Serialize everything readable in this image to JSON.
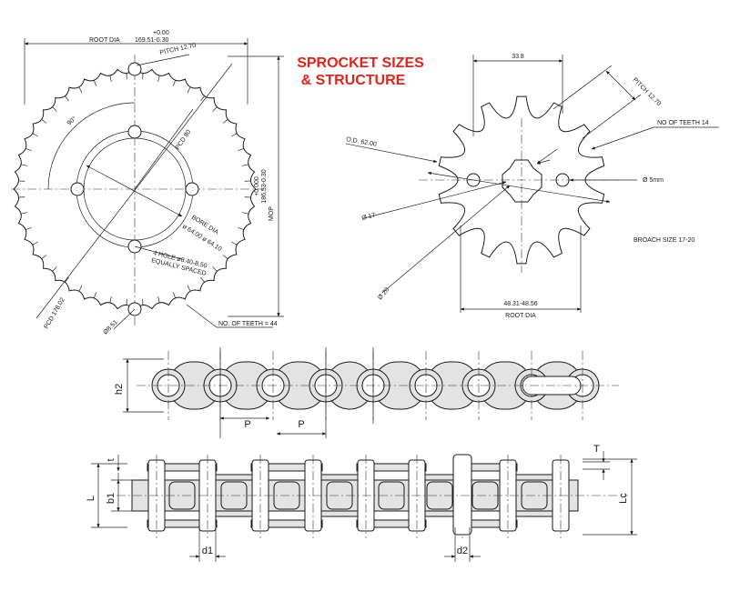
{
  "title": {
    "line1": "SPROCKET SIZES",
    "line2": "& STRUCTURE",
    "color": "#e2231a"
  },
  "large_sprocket": {
    "root_dia": "ROOT DIA",
    "root_dia_tol_top": "+0.00",
    "root_dia_value": "169.51-0.30",
    "pitch": "PITCH 12.70",
    "angle": "90°",
    "pcd": "PCD 80",
    "bore_dia": "BORE DIA",
    "bore_value": "ø 64.00  ø 64.10",
    "hole_line1": "4 HOLE ø8.40-8.50",
    "hole_line2": "EQUALLY SPACED",
    "pcd_total": "PCD 178.02",
    "small_hole": "Ø8.51",
    "teeth": "NO. OF TEETH = 44",
    "mop_tol": "+0.000",
    "mop_value": "186.53-0.30",
    "mop": "MOP"
  },
  "small_sprocket": {
    "width": "33.8",
    "pitch": "PITCH 12.70",
    "teeth": "NO OF TEETH 14",
    "od": "O.D. 62.00",
    "hole": "Ø 5mm",
    "d17": "Ø 17",
    "d20": "Ø 20",
    "broach": "BROACH SIZE 17-20",
    "root_dia_value": "48.31-48.56",
    "root_dia": "ROOT DIA"
  },
  "chain_side": {
    "h2": "h2",
    "p1": "P",
    "p2": "P"
  },
  "chain_top": {
    "t": "t",
    "T": "T",
    "L": "L",
    "b1": "b1",
    "Lc": "Lc",
    "d1": "d1",
    "d2": "d2"
  }
}
